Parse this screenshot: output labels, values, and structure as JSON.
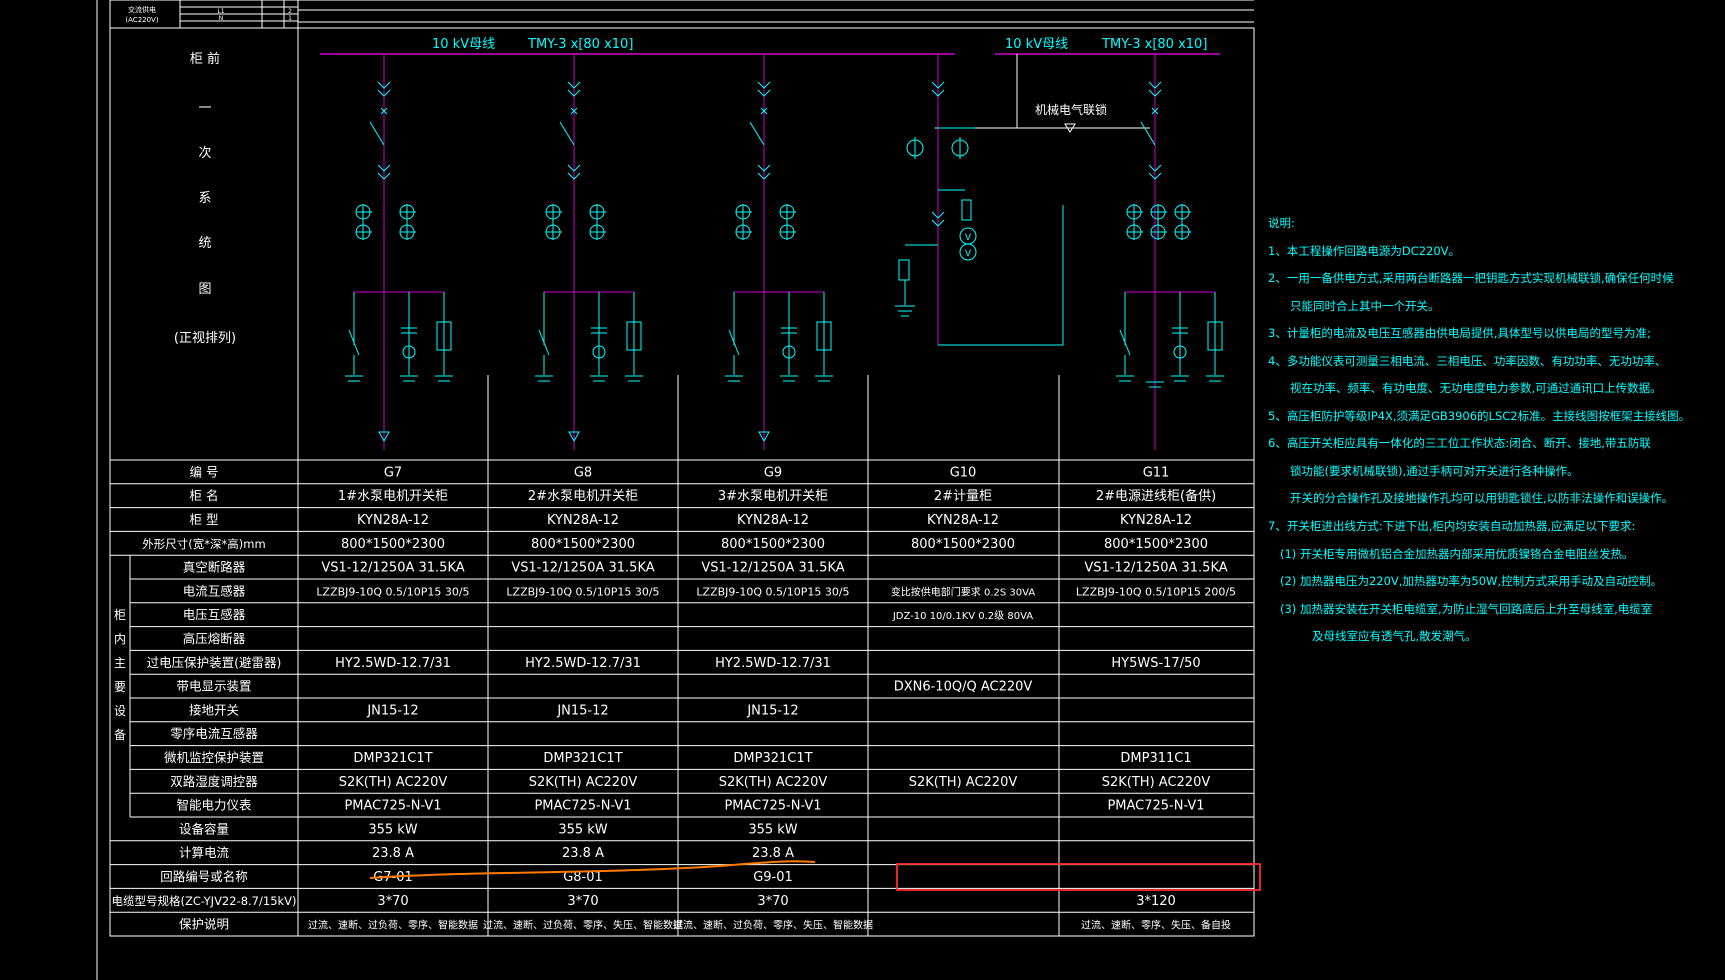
{
  "colors": {
    "background": "#000000",
    "frame": "#ffffff",
    "busbar": "#cc00cc",
    "symbol": "#00ffff",
    "highlight_red": "#ff2a2a",
    "highlight_orange": "#ff7a00"
  },
  "top_stub": {
    "label1": "交流供电",
    "label2": "(AC220V)",
    "cells": [
      "L1",
      "N"
    ],
    "nums": [
      "2",
      "1"
    ]
  },
  "front_view": {
    "chars": [
      "柜 前",
      "一",
      "次",
      "系",
      "统",
      "图"
    ],
    "arrangement": "(正视排列)"
  },
  "busbar": {
    "left_label": "10 kV母线",
    "left_spec": "TMY-3 x[80 x10]",
    "right_label": "10 kV母线",
    "right_spec": "TMY-3 x[80 x10]",
    "interlock": "机械电气联锁"
  },
  "table": {
    "row_labels": [
      "编        号",
      "柜        名",
      "柜        型",
      "外形尺寸(宽*深*高)mm",
      "真空断路器",
      "电流互感器",
      "电压互感器",
      "高压熔断器",
      "过电压保护装置(避雷器)",
      "带电显示装置",
      "接地开关",
      "零序电流互感器",
      "微机监控保护装置",
      "双路湿度调控器",
      "智能电力仪表",
      "设备容量",
      "计算电流",
      "回路编号或名称",
      "电缆型号规格(ZC-YJV22-8.7/15kV)",
      "保护说明"
    ],
    "group_label": [
      "柜",
      "内",
      "主",
      "要",
      "设",
      "备"
    ],
    "columns": [
      {
        "cells": [
          "G7",
          "1#水泵电机开关柜",
          "KYN28A-12",
          "800*1500*2300",
          "VS1-12/1250A 31.5KA",
          "LZZBJ9-10Q 0.5/10P15 30/5",
          "",
          "",
          "HY2.5WD-12.7/31",
          "",
          "JN15-12",
          "",
          "DMP321C1T",
          "S2K(TH) AC220V",
          "PMAC725-N-V1",
          "355 kW",
          "23.8 A",
          "G7-01",
          "3*70",
          "过流、速断、过负荷、零序、智能数据"
        ]
      },
      {
        "cells": [
          "G8",
          "2#水泵电机开关柜",
          "KYN28A-12",
          "800*1500*2300",
          "VS1-12/1250A 31.5KA",
          "LZZBJ9-10Q 0.5/10P15 30/5",
          "",
          "",
          "HY2.5WD-12.7/31",
          "",
          "JN15-12",
          "",
          "DMP321C1T",
          "S2K(TH) AC220V",
          "PMAC725-N-V1",
          "355 kW",
          "23.8 A",
          "G8-01",
          "3*70",
          "过流、速断、过负荷、零序、失压、智能数据"
        ]
      },
      {
        "cells": [
          "G9",
          "3#水泵电机开关柜",
          "KYN28A-12",
          "800*1500*2300",
          "VS1-12/1250A 31.5KA",
          "LZZBJ9-10Q 0.5/10P15 30/5",
          "",
          "",
          "HY2.5WD-12.7/31",
          "",
          "JN15-12",
          "",
          "DMP321C1T",
          "S2K(TH) AC220V",
          "PMAC725-N-V1",
          "355 kW",
          "23.8 A",
          "G9-01",
          "3*70",
          "过流、速断、过负荷、零序、失压、智能数据"
        ]
      },
      {
        "cells": [
          "G10",
          "2#计量柜",
          "KYN28A-12",
          "800*1500*2300",
          "",
          "变比按供电部门要求 0.2S 30VA",
          "JDZ-10 10/0.1KV 0.2级 80VA",
          "",
          "",
          "DXN6-10Q/Q AC220V",
          "",
          "",
          "",
          "S2K(TH) AC220V",
          "",
          "",
          "",
          "",
          "",
          ""
        ]
      },
      {
        "cells": [
          "G11",
          "2#电源进线柜(备供)",
          "KYN28A-12",
          "800*1500*2300",
          "VS1-12/1250A 31.5KA",
          "LZZBJ9-10Q 0.5/10P15 200/5",
          "",
          "",
          "HY5WS-17/50",
          "",
          "",
          "",
          "DMP311C1",
          "S2K(TH) AC220V",
          "PMAC725-N-V1",
          "",
          "",
          "",
          "3*120",
          "过流、速断、零序、失压、备自投"
        ]
      }
    ]
  },
  "notes": [
    "说明:",
    "1、本工程操作回路电源为DC220V。",
    "2、一用一备供电方式,采用两台断路器一把钥匙方式实现机械联锁,确保任何时候",
    "只能同时合上其中一个开关。",
    "3、计量柜的电流及电压互感器由供电局提供,具体型号以供电局的型号为准;",
    "4、多功能仪表可测量三相电流、三相电压、功率因数、有功功率、无功功率、",
    "视在功率、频率、有功电度、无功电度电力参数,可通过通讯口上传数据。",
    "5、高压柜防护等级IP4X,须满足GB3906的LSC2标准。主接线图按框架主接线图。",
    "6、高压开关柜应具有一体化的三工位工作状态:闭合、断开、接地,带五防联",
    "锁功能(要求机械联锁),通过手柄可对开关进行各种操作。",
    "开关的分合操作孔及接地操作孔均可以用钥匙锁住,以防非法操作和误操作。",
    "7、开关柜进出线方式:下进下出,柜内均安装自动加热器,应满足以下要求:",
    "(1) 开关柜专用微机铝合金加热器内部采用优质镍铬合金电阻丝发热。",
    "(2) 加热器电压为220V,加热器功率为50W,控制方式采用手动及自动控制。",
    "(3) 加热器安装在开关柜电缆室,为防止湿气回路底后上升至母线室,电缆室",
    "及母线室应有透气孔,散发潮气。"
  ]
}
